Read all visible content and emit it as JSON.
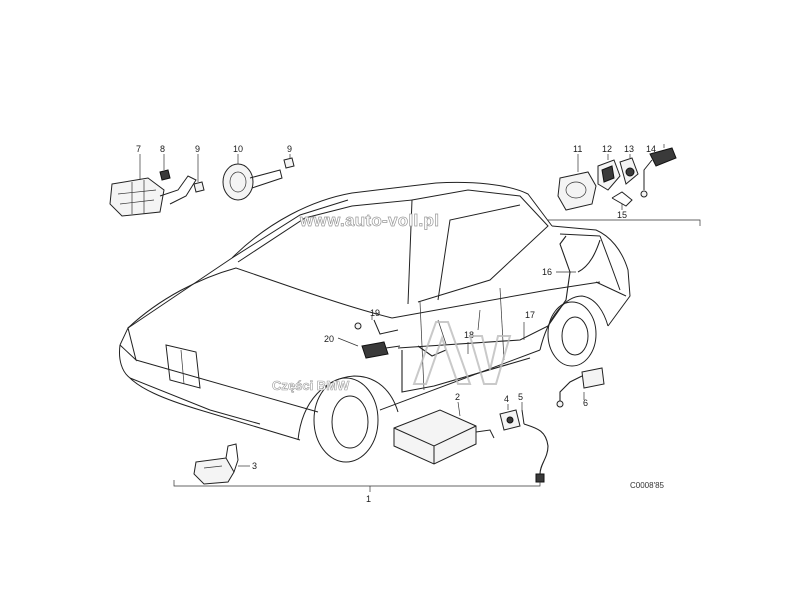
{
  "diagram": {
    "part_numbers": [
      "1",
      "2",
      "3",
      "4",
      "5",
      "6",
      "7",
      "8",
      "9",
      "9",
      "10",
      "11",
      "12",
      "13",
      "14",
      "15",
      "16",
      "17",
      "18",
      "19",
      "20"
    ],
    "watermark_url": "www.auto-voll.pl",
    "watermark_brand": "Części BMW",
    "drawing_code": "C0008'85"
  }
}
